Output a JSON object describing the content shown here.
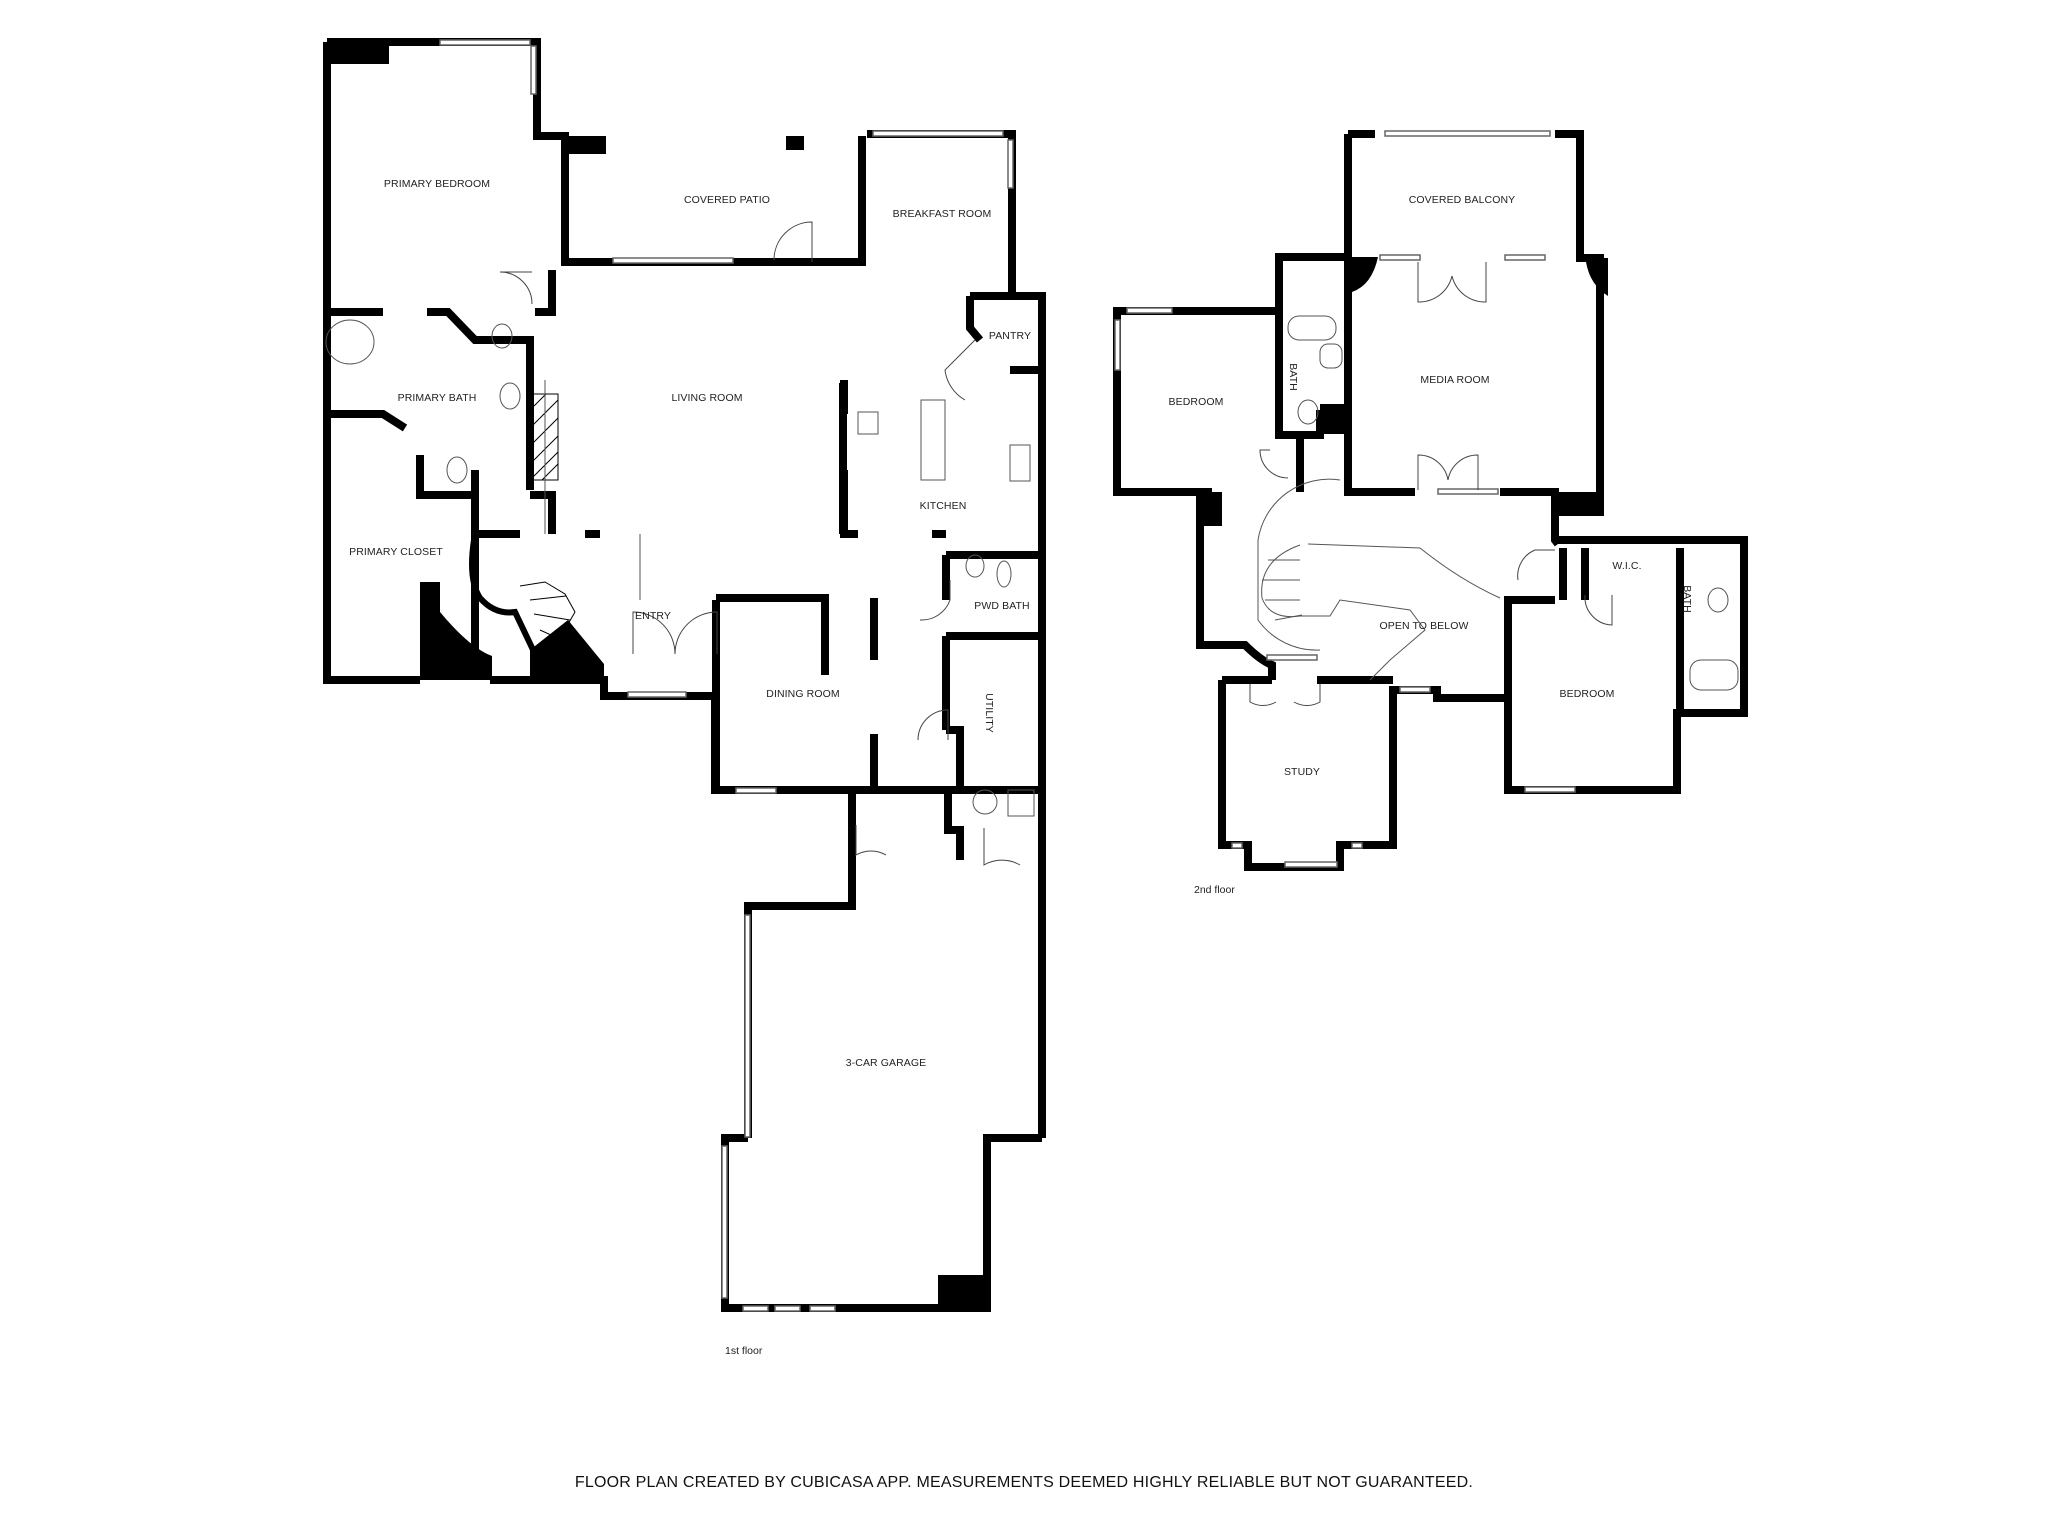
{
  "floors": [
    {
      "label": "1st floor",
      "rooms": [
        {
          "name": "PRIMARY BEDROOM"
        },
        {
          "name": "COVERED PATIO"
        },
        {
          "name": "BREAKFAST ROOM"
        },
        {
          "name": "PANTRY"
        },
        {
          "name": "PRIMARY BATH"
        },
        {
          "name": "LIVING ROOM"
        },
        {
          "name": "KITCHEN"
        },
        {
          "name": "PRIMARY CLOSET"
        },
        {
          "name": "ENTRY"
        },
        {
          "name": "PWD BATH"
        },
        {
          "name": "DINING ROOM"
        },
        {
          "name": "UTILITY"
        },
        {
          "name": "3-CAR GARAGE"
        }
      ]
    },
    {
      "label": "2nd floor",
      "rooms": [
        {
          "name": "COVERED BALCONY"
        },
        {
          "name": "MEDIA ROOM"
        },
        {
          "name": "BEDROOM"
        },
        {
          "name": "BATH"
        },
        {
          "name": "OPEN TO BELOW"
        },
        {
          "name": "W.I.C."
        },
        {
          "name": "BATH"
        },
        {
          "name": "BEDROOM"
        },
        {
          "name": "STUDY"
        }
      ]
    }
  ],
  "footer": "FLOOR PLAN CREATED BY CUBICASA APP. MEASUREMENTS DEEMED HIGHLY RELIABLE BUT NOT GUARANTEED.",
  "colors": {
    "wall": "#000000",
    "background": "#ffffff",
    "fixture": "#555555"
  }
}
